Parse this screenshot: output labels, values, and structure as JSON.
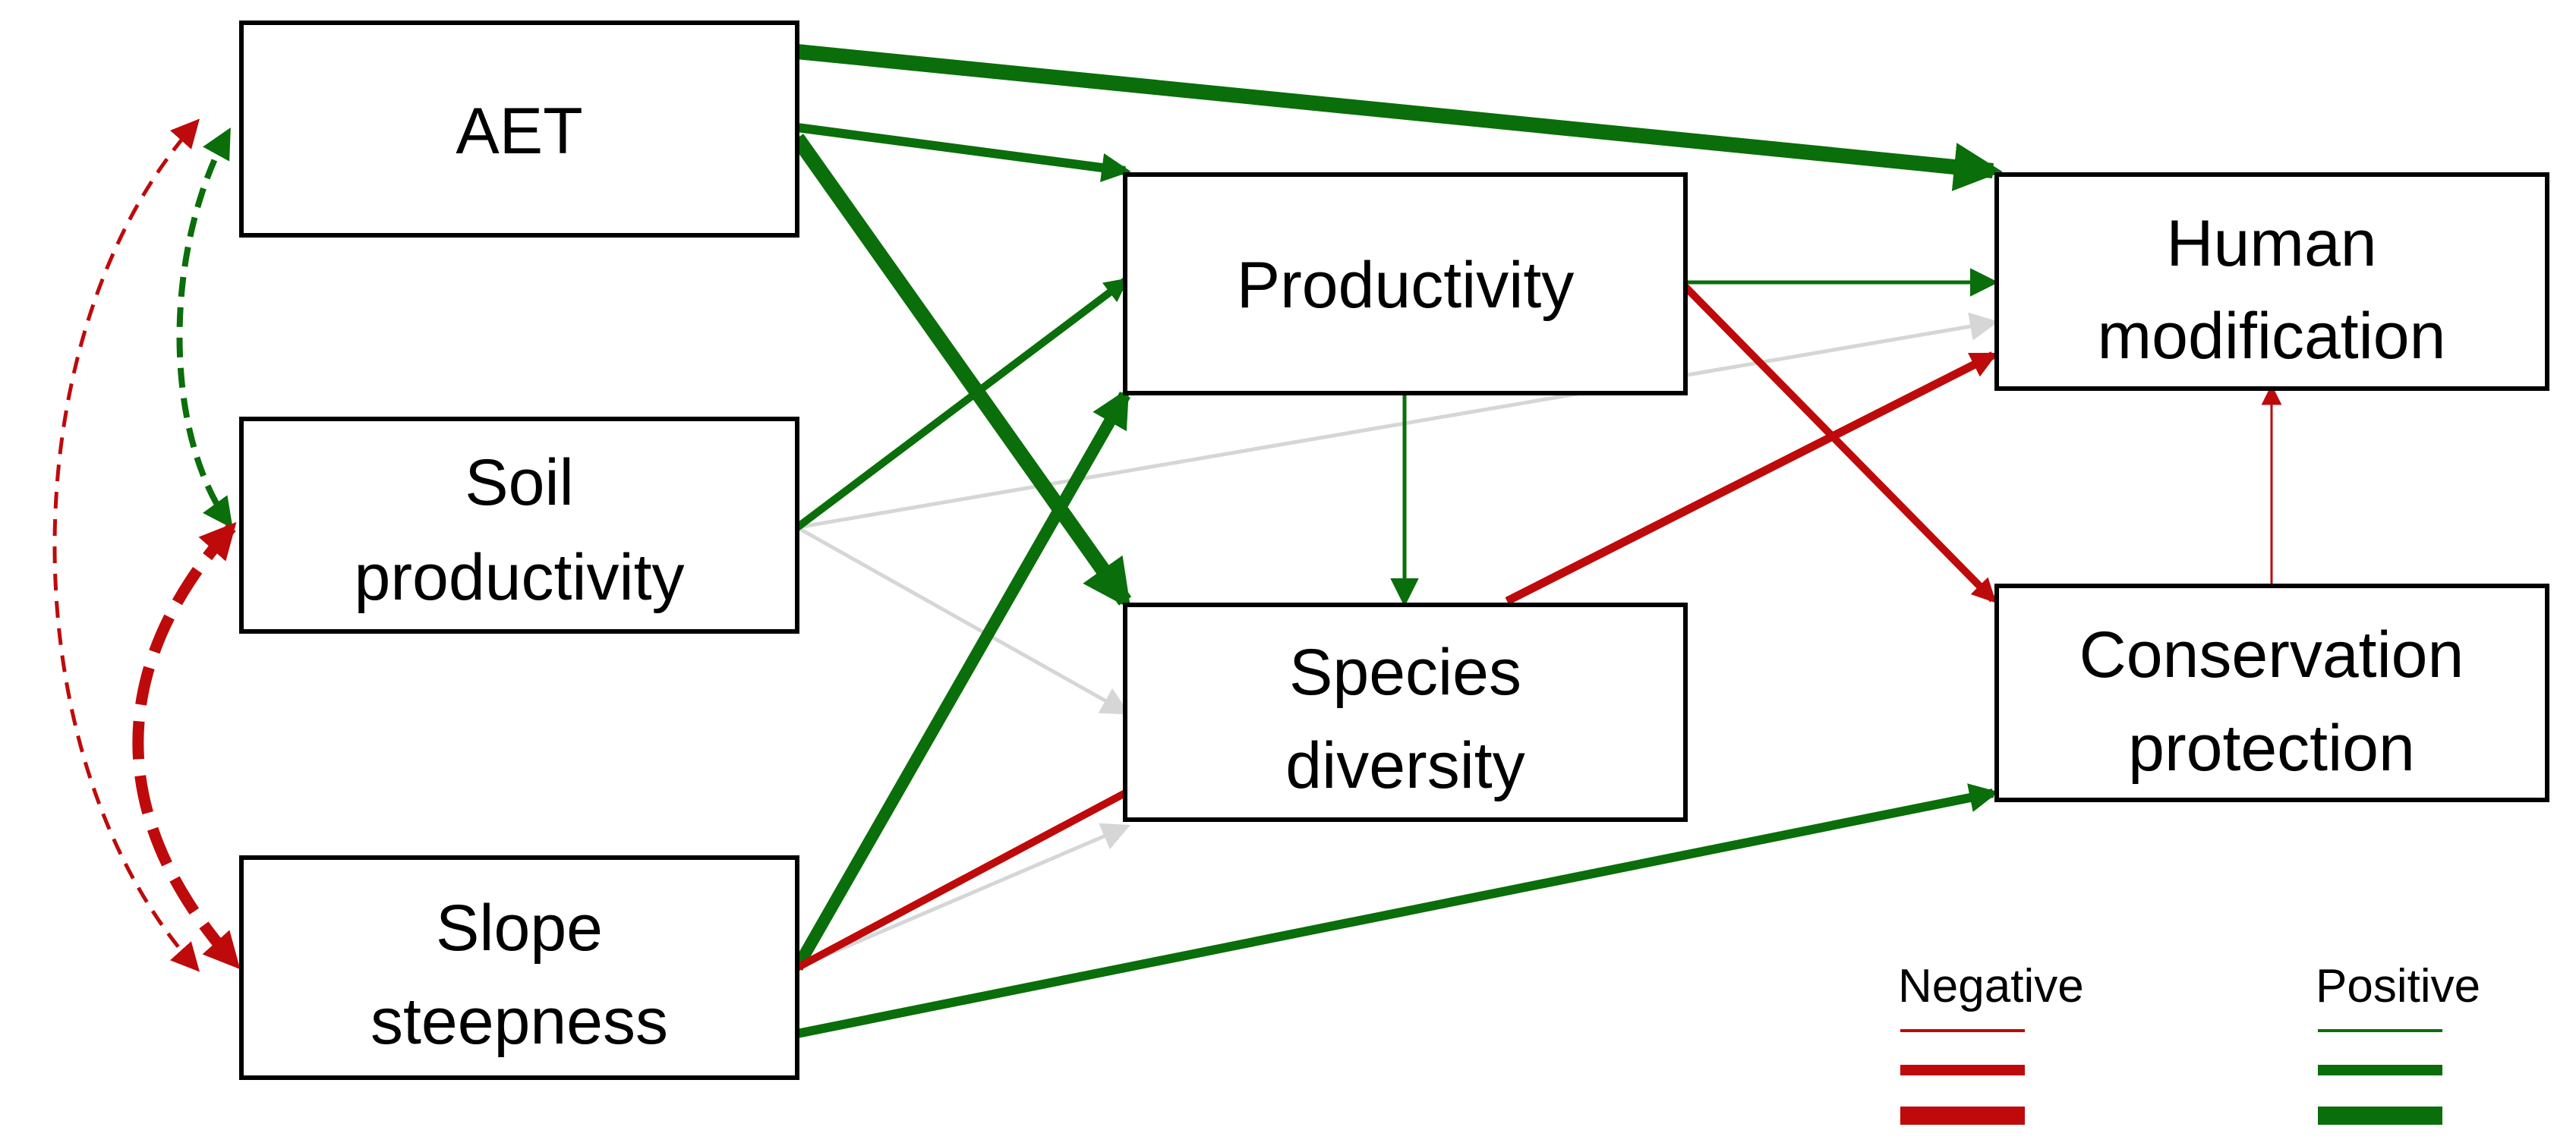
{
  "nodes": {
    "aet": {
      "lines": [
        "AET"
      ]
    },
    "soil": {
      "lines": [
        "Soil",
        "productivity"
      ]
    },
    "slope": {
      "lines": [
        "Slope",
        "steepness"
      ]
    },
    "productivity": {
      "lines": [
        "Productivity"
      ]
    },
    "species": {
      "lines": [
        "Species",
        "diversity"
      ]
    },
    "human": {
      "lines": [
        "Human",
        "modification"
      ]
    },
    "conservation": {
      "lines": [
        "Conservation",
        "protection"
      ]
    }
  },
  "edges": [
    {
      "id": "aet-to-human",
      "from": "aet",
      "to": "human",
      "sign": "positive",
      "strength": "strong"
    },
    {
      "id": "aet-to-productivity",
      "from": "aet",
      "to": "productivity",
      "sign": "positive",
      "strength": "moderate"
    },
    {
      "id": "aet-to-species",
      "from": "aet",
      "to": "species",
      "sign": "positive",
      "strength": "strong"
    },
    {
      "id": "soil-to-productivity",
      "from": "soil",
      "to": "productivity",
      "sign": "positive",
      "strength": "moderate"
    },
    {
      "id": "soil-to-human",
      "from": "soil",
      "to": "human",
      "sign": "non-significant",
      "strength": "weak"
    },
    {
      "id": "soil-to-species",
      "from": "soil",
      "to": "species",
      "sign": "non-significant",
      "strength": "weak"
    },
    {
      "id": "slope-to-productivity",
      "from": "slope",
      "to": "productivity",
      "sign": "positive",
      "strength": "strong"
    },
    {
      "id": "slope-to-species-negative",
      "from": "slope",
      "to": "species",
      "sign": "negative",
      "strength": "moderate"
    },
    {
      "id": "slope-to-species-ns",
      "from": "slope",
      "to": "species",
      "sign": "non-significant",
      "strength": "weak"
    },
    {
      "id": "slope-to-conservation",
      "from": "slope",
      "to": "conservation",
      "sign": "positive",
      "strength": "moderate"
    },
    {
      "id": "productivity-to-human",
      "from": "productivity",
      "to": "human",
      "sign": "positive",
      "strength": "weak"
    },
    {
      "id": "productivity-to-species",
      "from": "productivity",
      "to": "species",
      "sign": "positive",
      "strength": "weak"
    },
    {
      "id": "productivity-to-conservation",
      "from": "productivity",
      "to": "conservation",
      "sign": "negative",
      "strength": "moderate"
    },
    {
      "id": "species-to-human",
      "from": "species",
      "to": "human",
      "sign": "negative",
      "strength": "moderate"
    },
    {
      "id": "conservation-to-human",
      "from": "conservation",
      "to": "human",
      "sign": "negative",
      "strength": "weak"
    }
  ],
  "correlations": [
    {
      "id": "aet-slope",
      "between": [
        "aet",
        "slope"
      ],
      "sign": "negative",
      "strength": "weak"
    },
    {
      "id": "aet-soil",
      "between": [
        "aet",
        "soil"
      ],
      "sign": "positive",
      "strength": "moderate"
    },
    {
      "id": "soil-slope",
      "between": [
        "soil",
        "slope"
      ],
      "sign": "negative",
      "strength": "strong"
    }
  ],
  "legend": {
    "negative_label": "Negative",
    "positive_label": "Positive",
    "strengths": [
      "weak",
      "moderate",
      "strong"
    ]
  },
  "colors": {
    "positive": "#0a6e0a",
    "negative": "#be0a0a",
    "non_significant": "#d6d6d6",
    "box_stroke": "#000000"
  }
}
